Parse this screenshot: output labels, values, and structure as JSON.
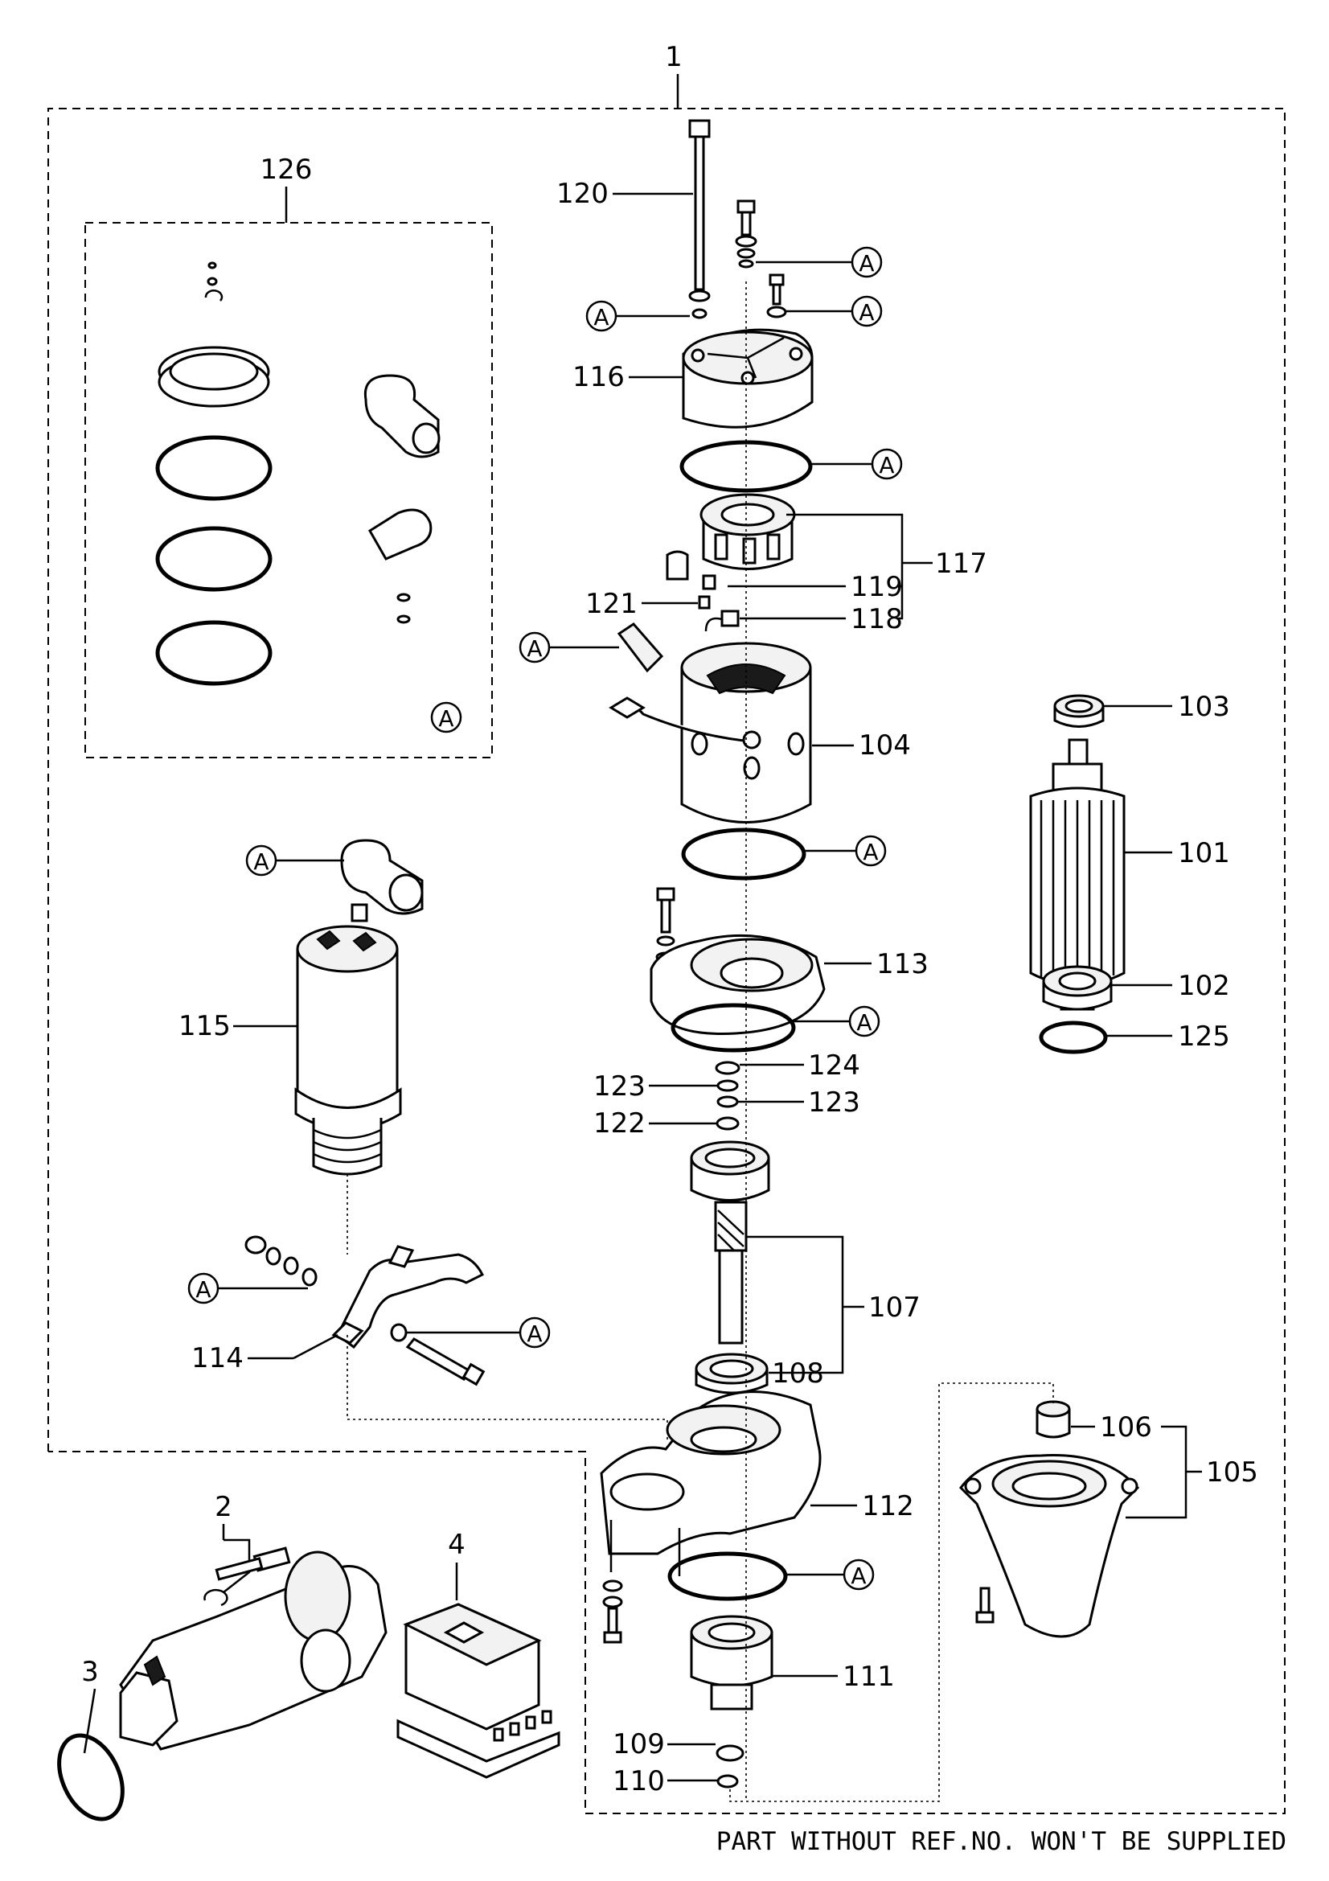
{
  "assembly": {
    "main_ref": "1",
    "kit_ref": "126",
    "callout_letter": "A",
    "footer_note": "PART WITHOUT REF.NO. WON'T BE SUPPLIED"
  },
  "parts": {
    "p2": "2",
    "p3": "3",
    "p4": "4",
    "p101": "101",
    "p102": "102",
    "p103": "103",
    "p104": "104",
    "p105": "105",
    "p106": "106",
    "p107": "107",
    "p108": "108",
    "p109": "109",
    "p110": "110",
    "p111": "111",
    "p112": "112",
    "p113": "113",
    "p114": "114",
    "p115": "115",
    "p116": "116",
    "p117": "117",
    "p118": "118",
    "p119": "119",
    "p120": "120",
    "p121": "121",
    "p122": "122",
    "p123": "123",
    "p124": "124",
    "p125": "125"
  }
}
